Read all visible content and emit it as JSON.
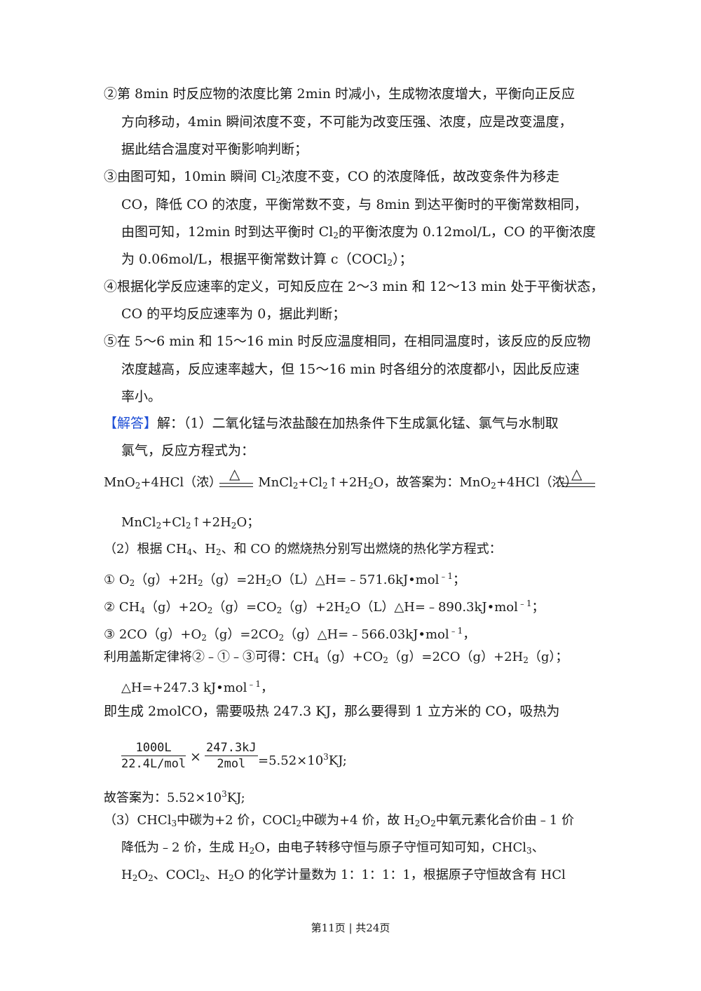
{
  "lines": {
    "p1": "②第 8min 时反应物的浓度比第 2min 时减小，生成物浓度增大，平衡向正反应",
    "p2": "方向移动，4min 瞬间浓度不变，不可能为改变压强、浓度，应是改变温度，",
    "p3": "据此结合温度对平衡影响判断；",
    "p4a": "③由图可知，10min 瞬间 Cl",
    "p4b": "浓度不变，CO 的浓度降低，故改变条件为移走",
    "p5": "CO，降低 CO 的浓度，平衡常数不变，与 8min 到达平衡时的平衡常数相同，",
    "p6a": "由图可知，12min 时到达平衡时 Cl",
    "p6b": "的平衡浓度为 0.12mol/L，CO 的平衡浓度",
    "p7a": "为 0.06mol/L，根据平衡常数计算 c（COCl",
    "p7b": "）；",
    "p8": "④根据化学反应速率的定义，可知反应在 2～3 min 和 12～13 min 处于平衡状态，",
    "p9": "CO 的平均反应速率为 0，据此判断；",
    "p10": "⑤在 5～6 min 和 15～16 min 时反应温度相同，在相同温度时，该反应的反应物",
    "p11": "浓度越高，反应速率越大，但 15～16 min 时各组分的浓度都小，因此反应速",
    "p12": "率小。",
    "ans_label": "【解答】",
    "p13": "解：（1）二氧化锰与浓盐酸在加热条件下生成氯化锰、氯气与水制取",
    "p14": "氯气，反应方程式为：",
    "eq1_a": "MnO",
    "eq1_b": "+4HCl（浓）",
    "eq1_c": "MnCl",
    "eq1_d": "+Cl",
    "eq1_e": "↑+2H",
    "eq1_f": "O，故答案为：MnO",
    "eq1_g": "+4HCl（浓）",
    "eq2_a": "MnCl",
    "eq2_b": "+Cl",
    "eq2_c": "↑+2H",
    "eq2_d": "O；",
    "triangle": "△",
    "p15a": "（2）根据 CH",
    "p15b": "、H",
    "p15c": "、和 CO 的燃烧热分别写出燃烧的热化学方程式：",
    "r1a": "① O",
    "r1b": "（g）+2H",
    "r1c": "（g）=2H",
    "r1d": "O（L）△H=﹣571.6kJ•mol",
    "r1e": "﹣1",
    "r1f": "；",
    "r2a": "② CH",
    "r2b": "（g）+2O",
    "r2c": "（g）=CO",
    "r2d": "（g）+2H",
    "r2e": "O（L）△H=﹣890.3kJ•mol",
    "r2f": "﹣1",
    "r2g": "；",
    "r3a": "③ 2CO（g）+O",
    "r3b": "（g）=2CO",
    "r3c": "（g）△H=﹣566.03kJ•mol",
    "r3d": "﹣1",
    "r3e": "，",
    "h1a": "利用盖斯定律将②﹣①﹣③可得：CH",
    "h1b": "（g）+CO",
    "h1c": "（g）=2CO（g）+2H",
    "h1d": "（g）；",
    "h2a": "△H=+247.3 kJ•mol",
    "h2b": "﹣1",
    "h2c": "，",
    "p16": "即生成 2molCO，需要吸热 247.3 KJ，那么要得到 1 立方米的 CO，吸热为",
    "frac1_num": "1000L",
    "frac1_den": "22.4L/mol",
    "times": "×",
    "frac2_num": "247.3kJ",
    "frac2_den": "2mol",
    "fr_res_a": "=5.52×10",
    "fr_res_b": "3",
    "fr_res_c": "KJ;",
    "p17a": "故答案为：5.52×10",
    "p17b": "3",
    "p17c": "KJ;",
    "p18a": "（3）CHCl",
    "p18b": "中碳为+2 价，COCl",
    "p18c": "中碳为+4 价，故 H",
    "p18d": "O",
    "p18e": "中氧元素化合价由﹣1 价",
    "p19a": "降低为﹣2 价，生成 H",
    "p19b": "O，由电子转移守恒与原子守恒可知可知，CHCl",
    "p19c": "、",
    "p20a": "H",
    "p20b": "O",
    "p20c": "、COCl",
    "p20d": "、H",
    "p20e": "O 的化学计量数为 1：1：1：1，根据原子守恒故含有 HCl",
    "sub2": "2",
    "sub3": "3",
    "sub4": "4"
  },
  "footer": "第11页 | 共24页"
}
